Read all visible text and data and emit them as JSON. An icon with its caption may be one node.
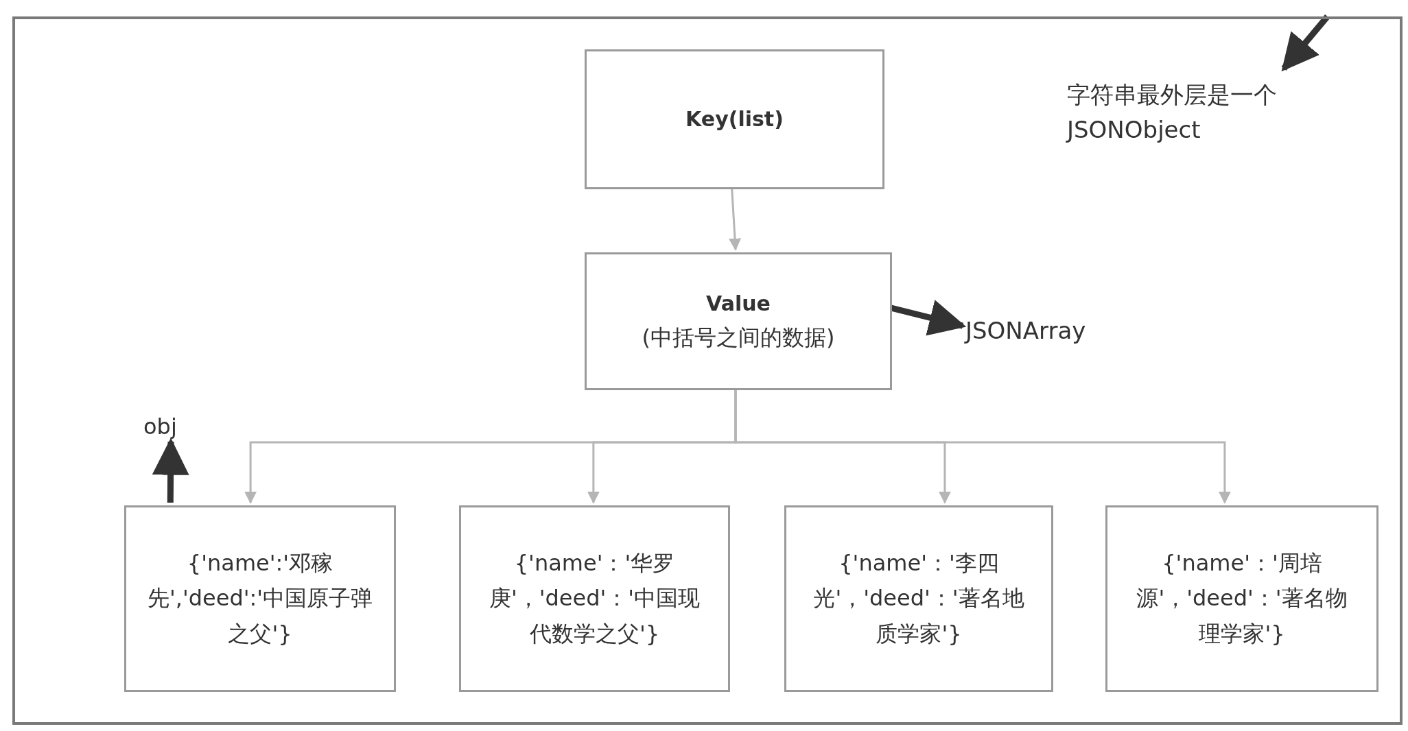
{
  "diagram": {
    "nodes": [
      {
        "text": [],
        "shape": "box"
      },
      {
        "text": [
          "Key(list)"
        ],
        "in": 0
      },
      {
        "text": [
          "字符串最外层是一个JSONObject"
        ],
        "in": 0
      },
      {
        "text": [
          "Value",
          "(中括号之间的数据)"
        ],
        "in": 0
      },
      {
        "text": [
          "JSONArray"
        ],
        "in": 0
      },
      {
        "text": [
          "obj"
        ],
        "in": 0
      },
      {
        "text": [
          "{'name':'邓稼先','deed':'中国原子弹之父'}"
        ],
        "in": 0
      },
      {
        "text": [
          "{'name'：'华罗庚'，'deed'：'中国现代数学之父'}"
        ],
        "in": 0
      },
      {
        "text": [
          "{'name'：'李四光'，'deed'：'著名地质学家'}"
        ],
        "in": 0
      },
      {
        "text": [
          "{'name'：'周培源'，'deed'：'著名物理学家'}"
        ],
        "in": 0
      }
    ],
    "edges": [
      {
        "from": 1,
        "to": 3,
        "arrow": "to"
      },
      {
        "from": 3,
        "to": 6,
        "arrow": "to"
      },
      {
        "from": 3,
        "to": 7,
        "arrow": "to"
      },
      {
        "from": 3,
        "to": 8,
        "arrow": "to"
      },
      {
        "from": 3,
        "to": 9,
        "arrow": "to"
      },
      {
        "from": 3,
        "to": 4,
        "arrow": "to",
        "style": "thick",
        "color": "#333333"
      },
      {
        "from": 6,
        "to": 5,
        "arrow": "to",
        "style": "thick",
        "color": "#333333"
      },
      {
        "from": 0,
        "to": 2,
        "arrow": "to",
        "style": "thick",
        "color": "#333333"
      }
    ]
  }
}
